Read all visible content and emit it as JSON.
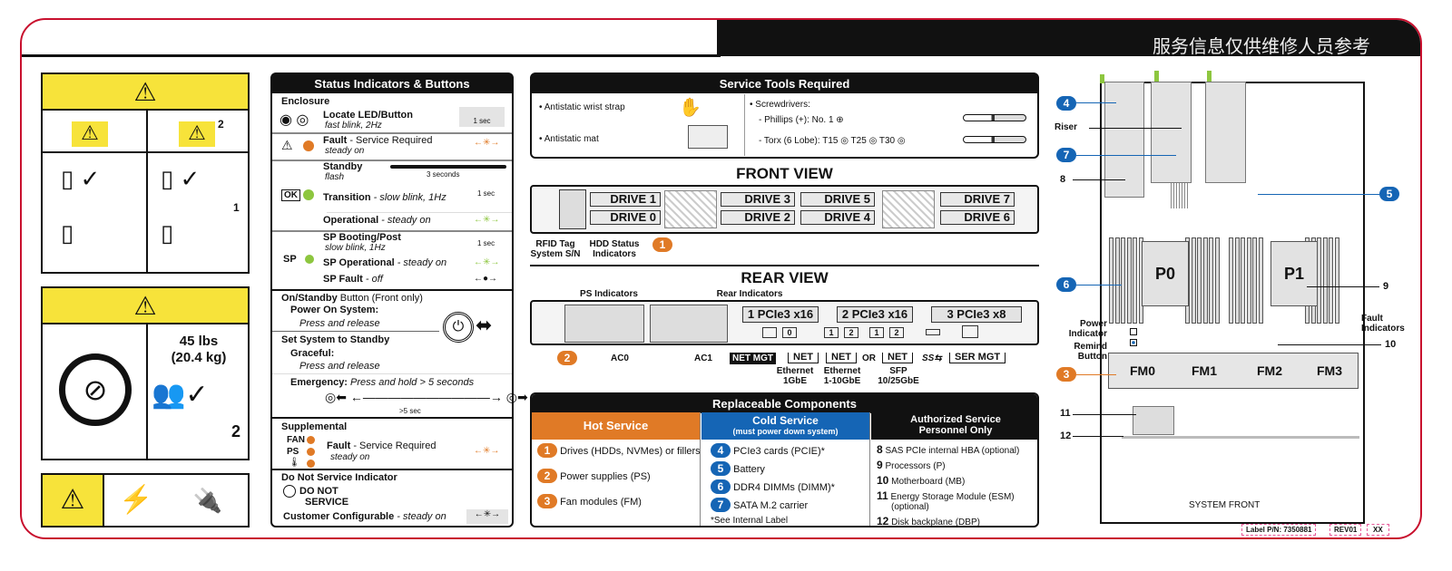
{
  "header": {
    "title_cn": "服务信息仅供维修人员参考"
  },
  "warnings": {
    "weight": "45 lbs",
    "weight_kg": "(20.4 kg)",
    "persons": "2",
    "tip_persons": "2",
    "step1": "1"
  },
  "status": {
    "title": "Status Indicators & Buttons",
    "enclosure": "Enclosure",
    "locate": "Locate LED/Button",
    "locate_sub": "fast blink, 2Hz",
    "one_sec": "1 sec",
    "fault": "Fault",
    "fault_rest": " - Service Required",
    "steady_on": "steady on",
    "standby": "Standby",
    "flash": "flash",
    "three_sec": "3 seconds",
    "ok": "OK",
    "transition": "Transition",
    "transition_rest": " - slow blink,  1Hz",
    "operational": "Operational",
    "operational_rest": " - steady on",
    "sp": "SP",
    "sp_boot": "SP Booting/Post",
    "sp_boot_sub": "slow blink, 1Hz",
    "sp_op": "SP Operational",
    "sp_op_rest": " - steady on",
    "sp_fault": "SP Fault",
    "sp_fault_rest": " - off",
    "onstandby": "On/Standby",
    "onstandby_rest": " Button (Front only)",
    "power_on": "Power On System:",
    "press_release": "Press and release",
    "set_standby": "Set System to Standby",
    "graceful": "Graceful:",
    "emergency": "Emergency:",
    "emergency_rest": " Press and hold  > 5 seconds",
    "five_sec": ">5 sec",
    "supplemental": "Supplemental",
    "fan": "FAN",
    "ps": "PS",
    "dns_title": "Do Not Service Indicator",
    "dns": "DO NOT",
    "dns2": "SERVICE",
    "customer": "Customer Configurable",
    "customer_rest": " - steady on"
  },
  "tools": {
    "title": "Service Tools Required",
    "wrist": "• Antistatic wrist strap",
    "mat": "• Antistatic mat",
    "screwdrivers": "• Screwdrivers:",
    "phillips": "- Phillips (+):  No. 1 ⊕",
    "torx": "- Torx (6 Lobe):  T15 ◎     T25 ◎     T30 ◎"
  },
  "front": {
    "title": "FRONT VIEW",
    "drives": [
      "DRIVE 1",
      "DRIVE 0",
      "DRIVE 3",
      "DRIVE 2",
      "DRIVE 5",
      "DRIVE 4",
      "DRIVE 7",
      "DRIVE 6"
    ],
    "rfid": "RFID Tag",
    "sn": "System S/N",
    "hdd": "HDD Status",
    "indicators": "Indicators",
    "callout": "1"
  },
  "rear": {
    "title": "REAR VIEW",
    "ps_ind": "PS Indicators",
    "rear_ind": "Rear Indicators",
    "slots": [
      "1 PCIe3 x16",
      "2 PCIe3 x16",
      "3 PCIe3 x8"
    ],
    "ac0": "AC0",
    "ac1": "AC1",
    "netmgt": "NET MGT",
    "net": "NET",
    "or": "OR",
    "ser": "SER MGT",
    "usb": "SS⇆",
    "eth1": "Ethernet",
    "eth1b": "1GbE",
    "eth2": "Ethernet",
    "eth2b": "1-10GbE",
    "sfp": "SFP",
    "sfpb": "10/25GbE",
    "p0": "0",
    "p1": "1",
    "p2": "2",
    "callout": "2"
  },
  "components": {
    "title": "Replaceable Components",
    "hot": {
      "title": "Hot Service",
      "items": [
        {
          "n": "1",
          "t": "Drives (HDDs, NVMes) or fillers"
        },
        {
          "n": "2",
          "t": "Power supplies (PS)"
        },
        {
          "n": "3",
          "t": "Fan modules (FM)"
        }
      ]
    },
    "cold": {
      "title": "Cold Service",
      "sub": "(must power down system)",
      "items": [
        {
          "n": "4",
          "t": "PCIe3 cards (PCIE)*"
        },
        {
          "n": "5",
          "t": "Battery"
        },
        {
          "n": "6",
          "t": "DDR4 DIMMs (DIMM)*"
        },
        {
          "n": "7",
          "t": "SATA M.2 carrier"
        }
      ],
      "note": "*See Internal Label"
    },
    "auth": {
      "title": "Authorized Service",
      "sub": "Personnel Only",
      "items": [
        {
          "n": "8",
          "t": "SAS PCIe internal HBA (optional)"
        },
        {
          "n": "9",
          "t": "Processors (P)"
        },
        {
          "n": "10",
          "t": "Motherboard (MB)"
        },
        {
          "n": "11",
          "t": "Energy Storage Module (ESM)",
          "t2": "(optional)"
        },
        {
          "n": "12",
          "t": "Disk backplane (DBP)"
        }
      ]
    }
  },
  "internal": {
    "riser": "Riser",
    "p0": "P0",
    "p1": "P1",
    "power": "Power",
    "power2": "Indicator",
    "remind": "Remind",
    "remind2": "Button",
    "fault": "Fault",
    "fault2": "Indicators",
    "fans": [
      "FM0",
      "FM1",
      "FM2",
      "FM3"
    ],
    "front": "SYSTEM FRONT",
    "c4": "4",
    "c7": "7",
    "c8": "8",
    "c5": "5",
    "c6": "6",
    "c9": "9",
    "c10": "10",
    "c3": "3",
    "c11": "11",
    "c12": "12"
  },
  "footer": {
    "pn": "Label P/N: 7350881",
    "rev": "REV01",
    "xx": "XX"
  },
  "colors": {
    "accent_red": "#c8102e",
    "orange": "#e07a26",
    "blue": "#1565b5",
    "green": "#8dc63f",
    "yellow": "#f7e33a"
  }
}
